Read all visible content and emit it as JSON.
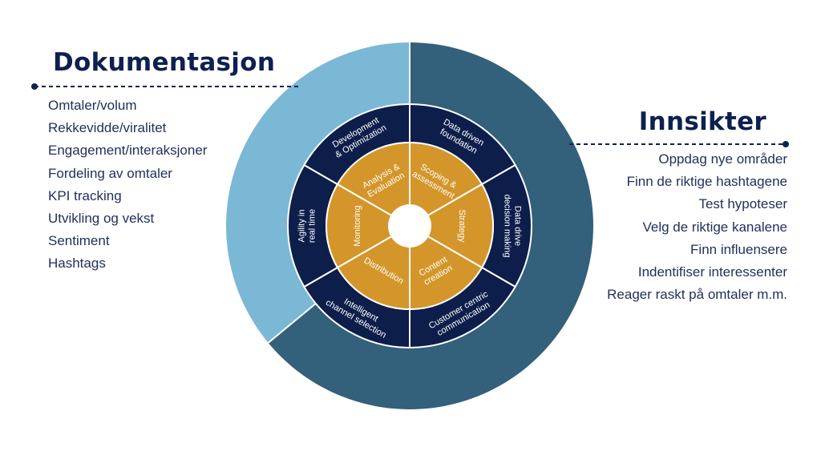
{
  "colors": {
    "navy": "#0e2050",
    "light_blue": "#7bb8d6",
    "teal_blue": "#33607a",
    "dark_navy": "#0d1e4a",
    "gold": "#d4962a",
    "white": "#ffffff"
  },
  "left": {
    "title": "Dokumentasjon",
    "items": [
      "Omtaler/volum",
      "Rekkevidde/viralitet",
      "Engagement/interaksjoner",
      "Fordeling av omtaler",
      "KPI tracking",
      "Utvikling og vekst",
      "Sentiment",
      "Hashtags"
    ]
  },
  "right": {
    "title": "Innsikter",
    "items": [
      "Oppdag nye områder",
      "Finn de riktige hashtagene",
      "Test hypoteser",
      "Velg de riktige kanalene",
      "Finn influensere",
      "Indentifiser interessenter",
      "Reager raskt på omtaler m.m."
    ]
  },
  "wheel": {
    "outer_ring_share": 0.64,
    "middle_ring": [
      {
        "lines": [
          "Data driven",
          "foundation"
        ]
      },
      {
        "lines": [
          "Data drive",
          "decision making"
        ]
      },
      {
        "lines": [
          "Customer centric",
          "communication"
        ]
      },
      {
        "lines": [
          "Intelligent",
          "channel selection"
        ]
      },
      {
        "lines": [
          "Agility in",
          "real time"
        ]
      },
      {
        "lines": [
          "Development",
          "& Optimization"
        ]
      }
    ],
    "inner_ring": [
      {
        "lines": [
          "Scoping &",
          "assessment"
        ]
      },
      {
        "lines": [
          "Strategy"
        ]
      },
      {
        "lines": [
          "Content",
          "creation"
        ]
      },
      {
        "lines": [
          "Distribution"
        ]
      },
      {
        "lines": [
          "Monitoring"
        ]
      },
      {
        "lines": [
          "Analysis &",
          "Evaluation"
        ]
      }
    ]
  }
}
